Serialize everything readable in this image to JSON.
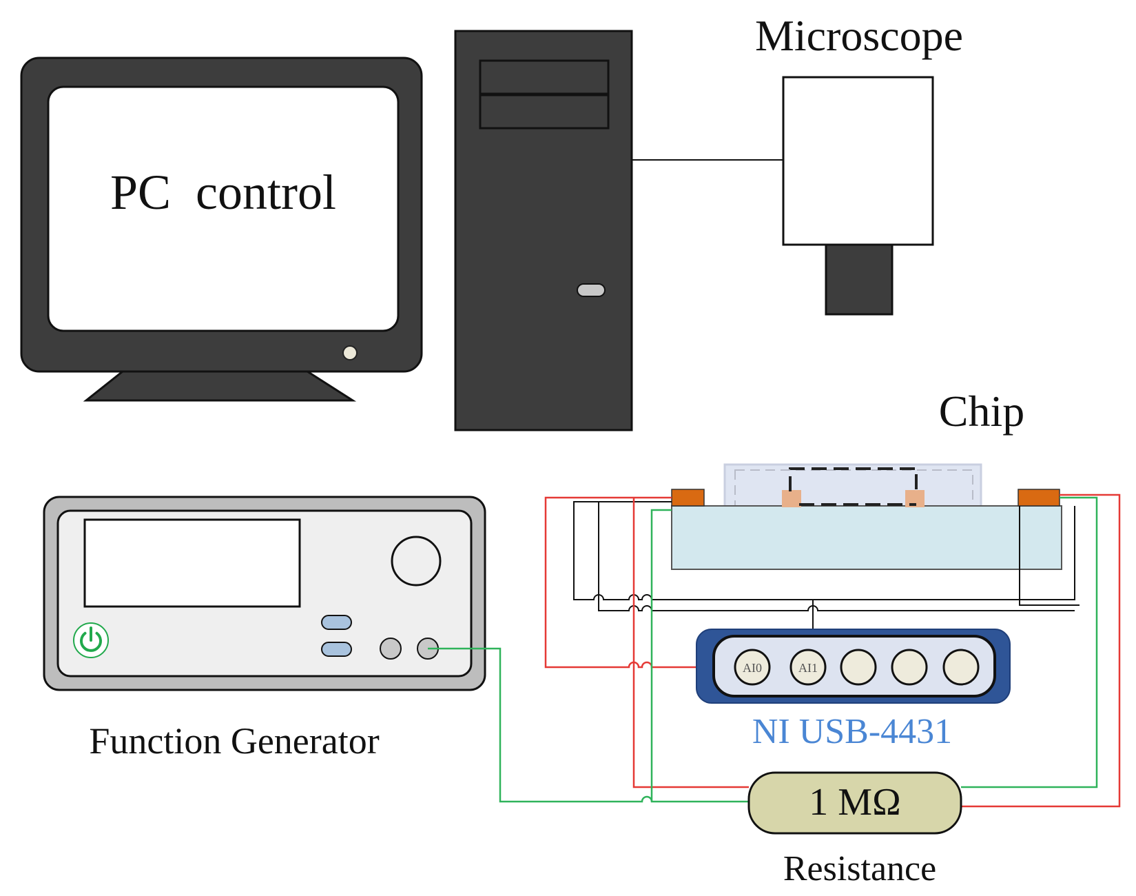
{
  "labels": {
    "pc_control": "PC  control",
    "microscope": "Microscope",
    "chip": "Chip",
    "function_generator": "Function Generator",
    "ni_device": "NI USB-4431",
    "resistor_value": "1 MΩ",
    "resistance": "Resistance",
    "port_ai0": "AI0",
    "port_ai1": "AI1"
  },
  "colors": {
    "device_dark": "#3d3d3d",
    "wire_red": "#e53935",
    "wire_green": "#2fb35a",
    "wire_black": "#111111",
    "ni_blue": "#2f5597",
    "ni_label": "#4a86d4",
    "electrode_orange": "#d96a12",
    "chip_fill": "#d3e8ee",
    "resistor_fill": "#d7d6aa",
    "power_icon": "#21a94c"
  }
}
